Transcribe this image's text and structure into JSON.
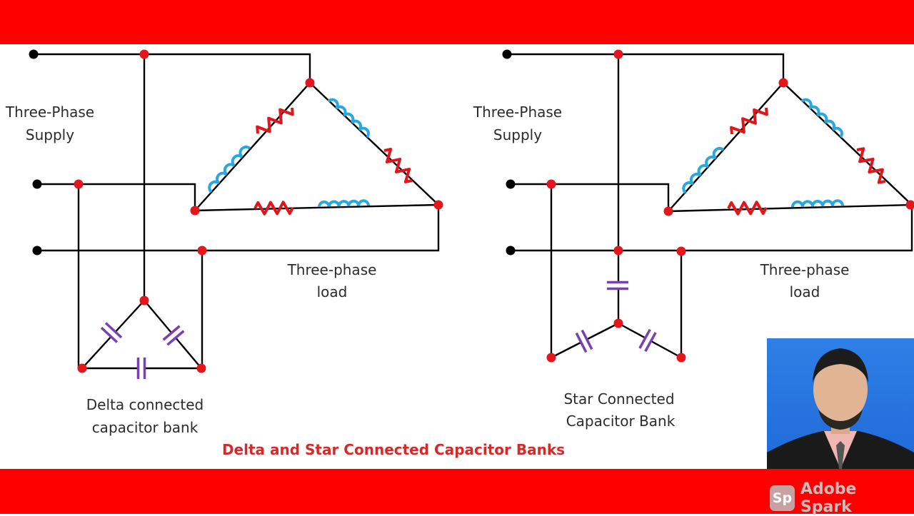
{
  "colors": {
    "band": "#ff0000",
    "wire": "#000000",
    "node": "#e3161b",
    "resistor": "#e0161b",
    "inductor": "#29a8e0",
    "capacitor": "#7a3fb3",
    "title": "#d42a2a"
  },
  "left_circuit": {
    "supply_label": [
      "Three-Phase",
      "Supply"
    ],
    "load_label": [
      "Three-phase",
      "load"
    ],
    "bank_label": [
      "Delta connected",
      "capacitor bank"
    ]
  },
  "right_circuit": {
    "supply_label": [
      "Three-Phase",
      "Supply"
    ],
    "load_label": [
      "Three-phase",
      "load"
    ],
    "bank_label": [
      "Star Connected",
      "Capacitor Bank"
    ]
  },
  "caption": "Delta and Star Connected Capacitor Banks",
  "watermark": {
    "badge": "Sp",
    "text": "Adobe Spark"
  }
}
